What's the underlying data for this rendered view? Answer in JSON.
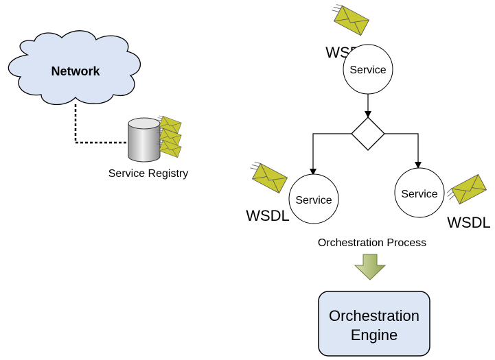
{
  "network": {
    "label": "Network"
  },
  "registry": {
    "label": "Service Registry"
  },
  "top_service": {
    "label": "Service",
    "wsdl": "WSDL"
  },
  "left_service": {
    "label": "Service",
    "wsdl": "WSDL"
  },
  "right_service": {
    "label": "Service",
    "wsdl": "WSDL"
  },
  "process": {
    "label": "Orchestration Process"
  },
  "engine": {
    "line1": "Orchestration",
    "line2": "Engine"
  },
  "colors": {
    "cloud_fill": "#dbe4f5",
    "envelope_fill": "#c8c832",
    "engine_fill": "#dce6f4",
    "arrow_fill": "#a8bc6a",
    "cylinder_fill": "#d8d8d8"
  }
}
